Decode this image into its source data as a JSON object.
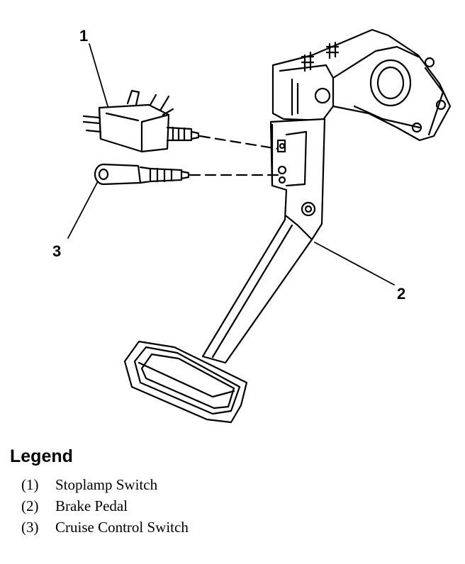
{
  "diagram": {
    "callouts": [
      {
        "id": "1",
        "label": "1"
      },
      {
        "id": "2",
        "label": "2"
      },
      {
        "id": "3",
        "label": "3"
      }
    ],
    "components": [
      {
        "id": "stoplamp-switch",
        "icon": "stoplamp-switch-drawing"
      },
      {
        "id": "brake-pedal",
        "icon": "brake-pedal-drawing"
      },
      {
        "id": "cruise-control-switch",
        "icon": "cruise-control-switch-drawing"
      }
    ]
  },
  "legend": {
    "title": "Legend",
    "items": [
      {
        "number": "(1)",
        "text": "Stoplamp Switch"
      },
      {
        "number": "(2)",
        "text": "Brake Pedal"
      },
      {
        "number": "(3)",
        "text": "Cruise Control Switch"
      }
    ]
  }
}
